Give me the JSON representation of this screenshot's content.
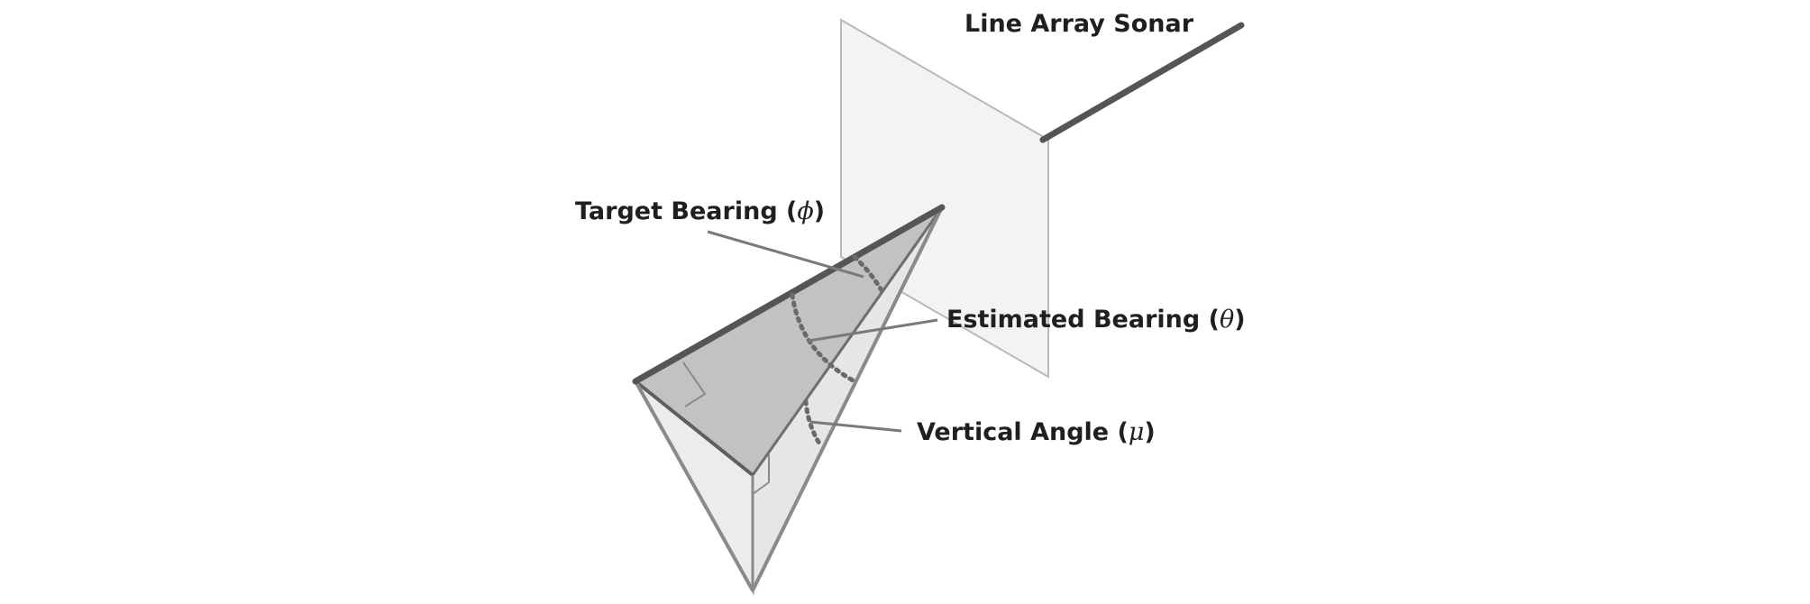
{
  "labels": {
    "sonar": "Line Array Sonar",
    "target_bearing": {
      "text": "Target Bearing (",
      "symbol": "ϕ",
      "close": ")"
    },
    "estimated_bearing": {
      "text": "Estimated Bearing (",
      "symbol": "θ",
      "close": ")"
    },
    "vertical_angle": {
      "text": "Vertical Angle (",
      "symbol": "μ",
      "close": ")"
    }
  },
  "colors": {
    "plane_fill": "#f3f3f3",
    "plane_stroke": "#b8b8b8",
    "triangle_dark": "#c2c2c2",
    "triangle_light": "#e6e6e6",
    "edge": "#5a5a5a",
    "sonar_rod": "#555555",
    "leader": "#7a7a7a",
    "dotted_arc": "#6a6a6a"
  }
}
